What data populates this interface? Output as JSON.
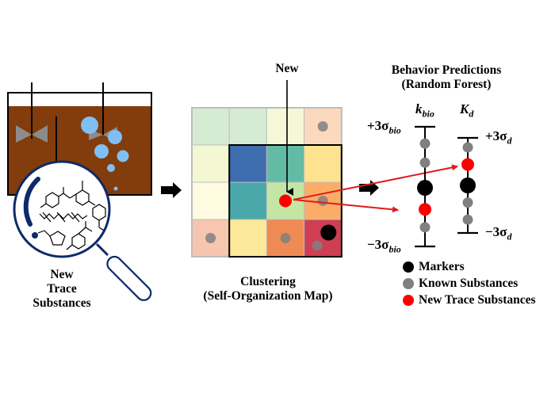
{
  "panels": {
    "source": {
      "caption_lines": [
        "New",
        "Trace",
        "Substances"
      ]
    },
    "clustering": {
      "pointer_label": "New",
      "caption_lines": [
        "Clustering",
        "(Self-Organization Map)"
      ],
      "grid_rows": 4,
      "grid_cols": 4,
      "cells": [
        [
          "#d5ebd3",
          "#d5ebd3",
          "#f4f8d6",
          "#fbd9bf"
        ],
        [
          "#f3f8d2",
          "#3e6eb0",
          "#63bba5",
          "#fde38f"
        ],
        [
          "#fffbe0",
          "#4aa8aa",
          "#c4e6a4",
          "#fbad68"
        ],
        [
          "#f7c6b0",
          "#fee89a",
          "#f08a55",
          "#cf3e52"
        ]
      ],
      "faded_cells_note": "outer row/column shown faded",
      "points": [
        {
          "row": 0,
          "col": 3,
          "type": "known"
        },
        {
          "row": 2,
          "col": 3,
          "type": "known"
        },
        {
          "row": 3,
          "col": 0,
          "type": "known"
        },
        {
          "row": 3,
          "col": 2,
          "type": "known"
        },
        {
          "row": 3,
          "col": 3,
          "type": "known"
        },
        {
          "row": 3,
          "col": 3,
          "type": "marker"
        },
        {
          "row": 2,
          "col": 2,
          "type": "new"
        }
      ]
    },
    "predictions": {
      "title_lines": [
        "Behavior Predictions",
        "(Random Forest)"
      ],
      "axes": [
        {
          "name": "k_bio",
          "symbol": "k",
          "subscript": "bio",
          "upper_label": "+3σ",
          "upper_sub": "bio",
          "lower_label": "−3σ",
          "lower_sub": "bio",
          "points": [
            {
              "type": "known",
              "pos": 0.86
            },
            {
              "type": "known",
              "pos": 0.7
            },
            {
              "type": "marker",
              "pos": 0.49
            },
            {
              "type": "new",
              "pos": 0.31
            },
            {
              "type": "known",
              "pos": 0.16
            }
          ]
        },
        {
          "name": "K_d",
          "symbol": "K",
          "subscript": "d",
          "upper_label": "+3σ",
          "upper_sub": "d",
          "lower_label": "−3σ",
          "lower_sub": "d",
          "points": [
            {
              "type": "known",
              "pos": 0.9
            },
            {
              "type": "new",
              "pos": 0.72
            },
            {
              "type": "marker",
              "pos": 0.5
            },
            {
              "type": "known",
              "pos": 0.32
            },
            {
              "type": "known",
              "pos": 0.14
            }
          ]
        }
      ]
    }
  },
  "legend": [
    {
      "type": "marker",
      "label": "Markers",
      "color": "#000000"
    },
    {
      "type": "known",
      "label": "Known Substances",
      "color": "#808080"
    },
    {
      "type": "new",
      "label": "New Trace Substances",
      "color": "#ff0000"
    }
  ],
  "colors": {
    "sludge": "#833c0b",
    "bubble": "#7fbff5",
    "impeller": "#8c8c8c",
    "magnifier": "#0d2a6b",
    "known": "#808080",
    "marker": "#000000",
    "new": "#ff0000",
    "arrow_red": "#e01b1b"
  }
}
